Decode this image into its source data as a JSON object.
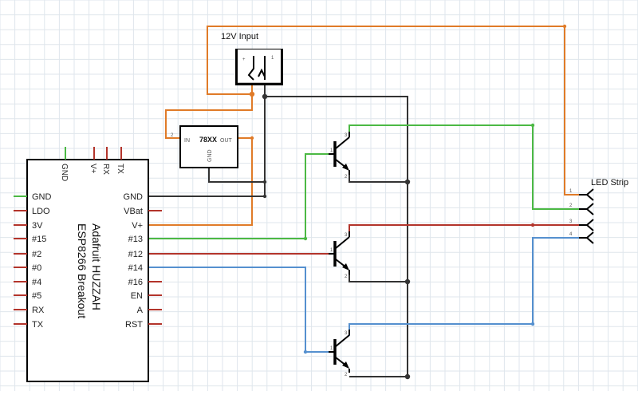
{
  "colors": {
    "grid": "#dfe6ec",
    "orange": "#e07b28",
    "green": "#4cb944",
    "red": "#b3342b",
    "blue": "#5590cf",
    "dark": "#333333",
    "part": "#000000"
  },
  "labels": {
    "input": "12V Input",
    "jack_plus": "+",
    "jack_one": "1",
    "regulator": "78XX",
    "reg_in": "IN",
    "reg_out": "OUT",
    "reg_gnd": "GND",
    "reg_pin": "2",
    "led_strip": "LED Strip",
    "board_line1": "Adafruit HUZZAH",
    "board_line2": "ESP8266 Breakout"
  },
  "board": {
    "top_pins": [
      "GND",
      "V+",
      "RX",
      "TX"
    ],
    "left_pins": [
      "GND",
      "LDO",
      "3V",
      "#15",
      "#2",
      "#0",
      "#4",
      "#5",
      "RX",
      "TX"
    ],
    "right_pins": [
      "GND",
      "VBat",
      "V+",
      "#13",
      "#12",
      "#14",
      "#16",
      "EN",
      "A",
      "RST"
    ]
  },
  "strip_pins": [
    "1",
    "2",
    "3",
    "4"
  ],
  "transistor_pins": [
    "3",
    "1",
    "2"
  ]
}
